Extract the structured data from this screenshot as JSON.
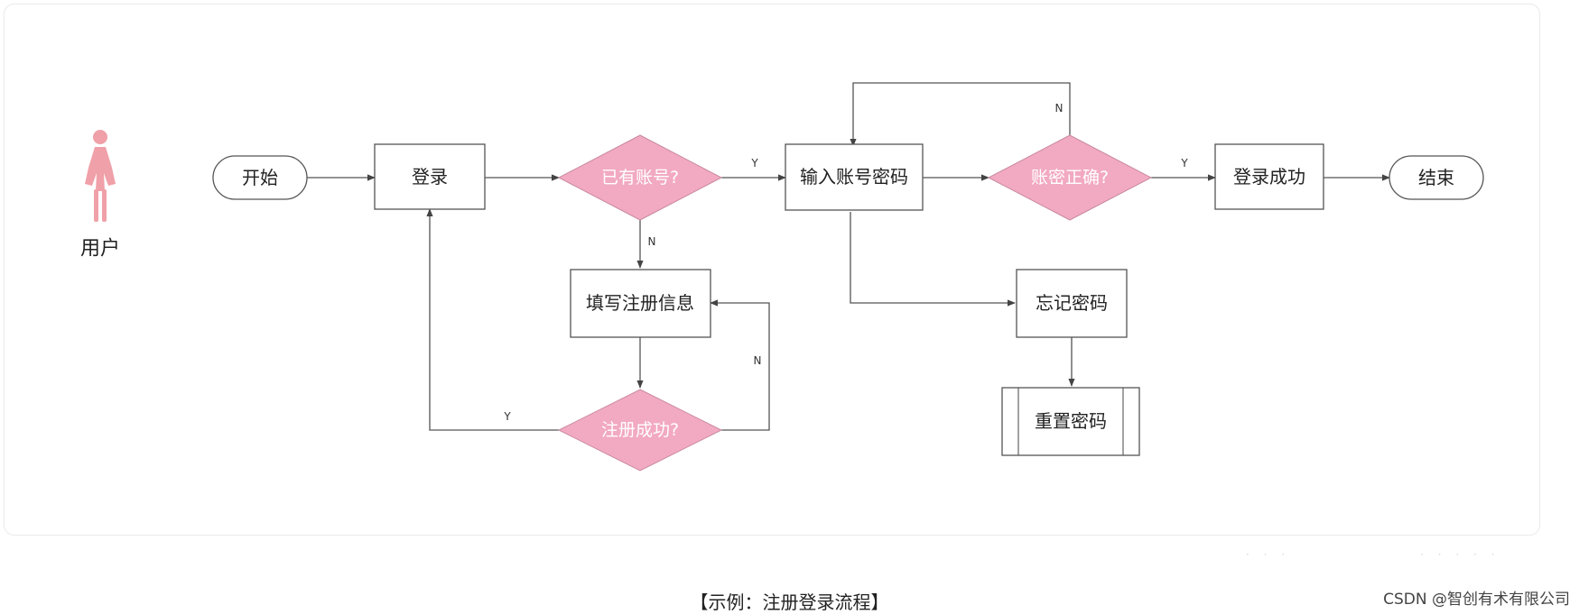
{
  "actor": {
    "label": "用户",
    "icon": "woman-user-icon",
    "color": "#f0a0a8"
  },
  "nodes": {
    "start": "开始",
    "login": "登录",
    "has_account": "已有账号?",
    "input_credentials": "输入账号密码",
    "credentials_correct": "账密正确?",
    "login_success": "登录成功",
    "end": "结束",
    "fill_register_info": "填写注册信息",
    "register_success": "注册成功?",
    "forgot_password": "忘记密码",
    "reset_password": "重置密码"
  },
  "edge_labels": {
    "has_account_yes": "Y",
    "has_account_no": "N",
    "credentials_correct_yes": "Y",
    "credentials_correct_no": "N",
    "register_success_yes": "Y",
    "register_success_no": "N"
  },
  "caption": "【示例：注册登录流程】",
  "watermark": "CSDN @智创有术有限公司",
  "colors": {
    "decision_fill": "#f2a9c2",
    "line": "#555555",
    "box_border": "#555555"
  }
}
